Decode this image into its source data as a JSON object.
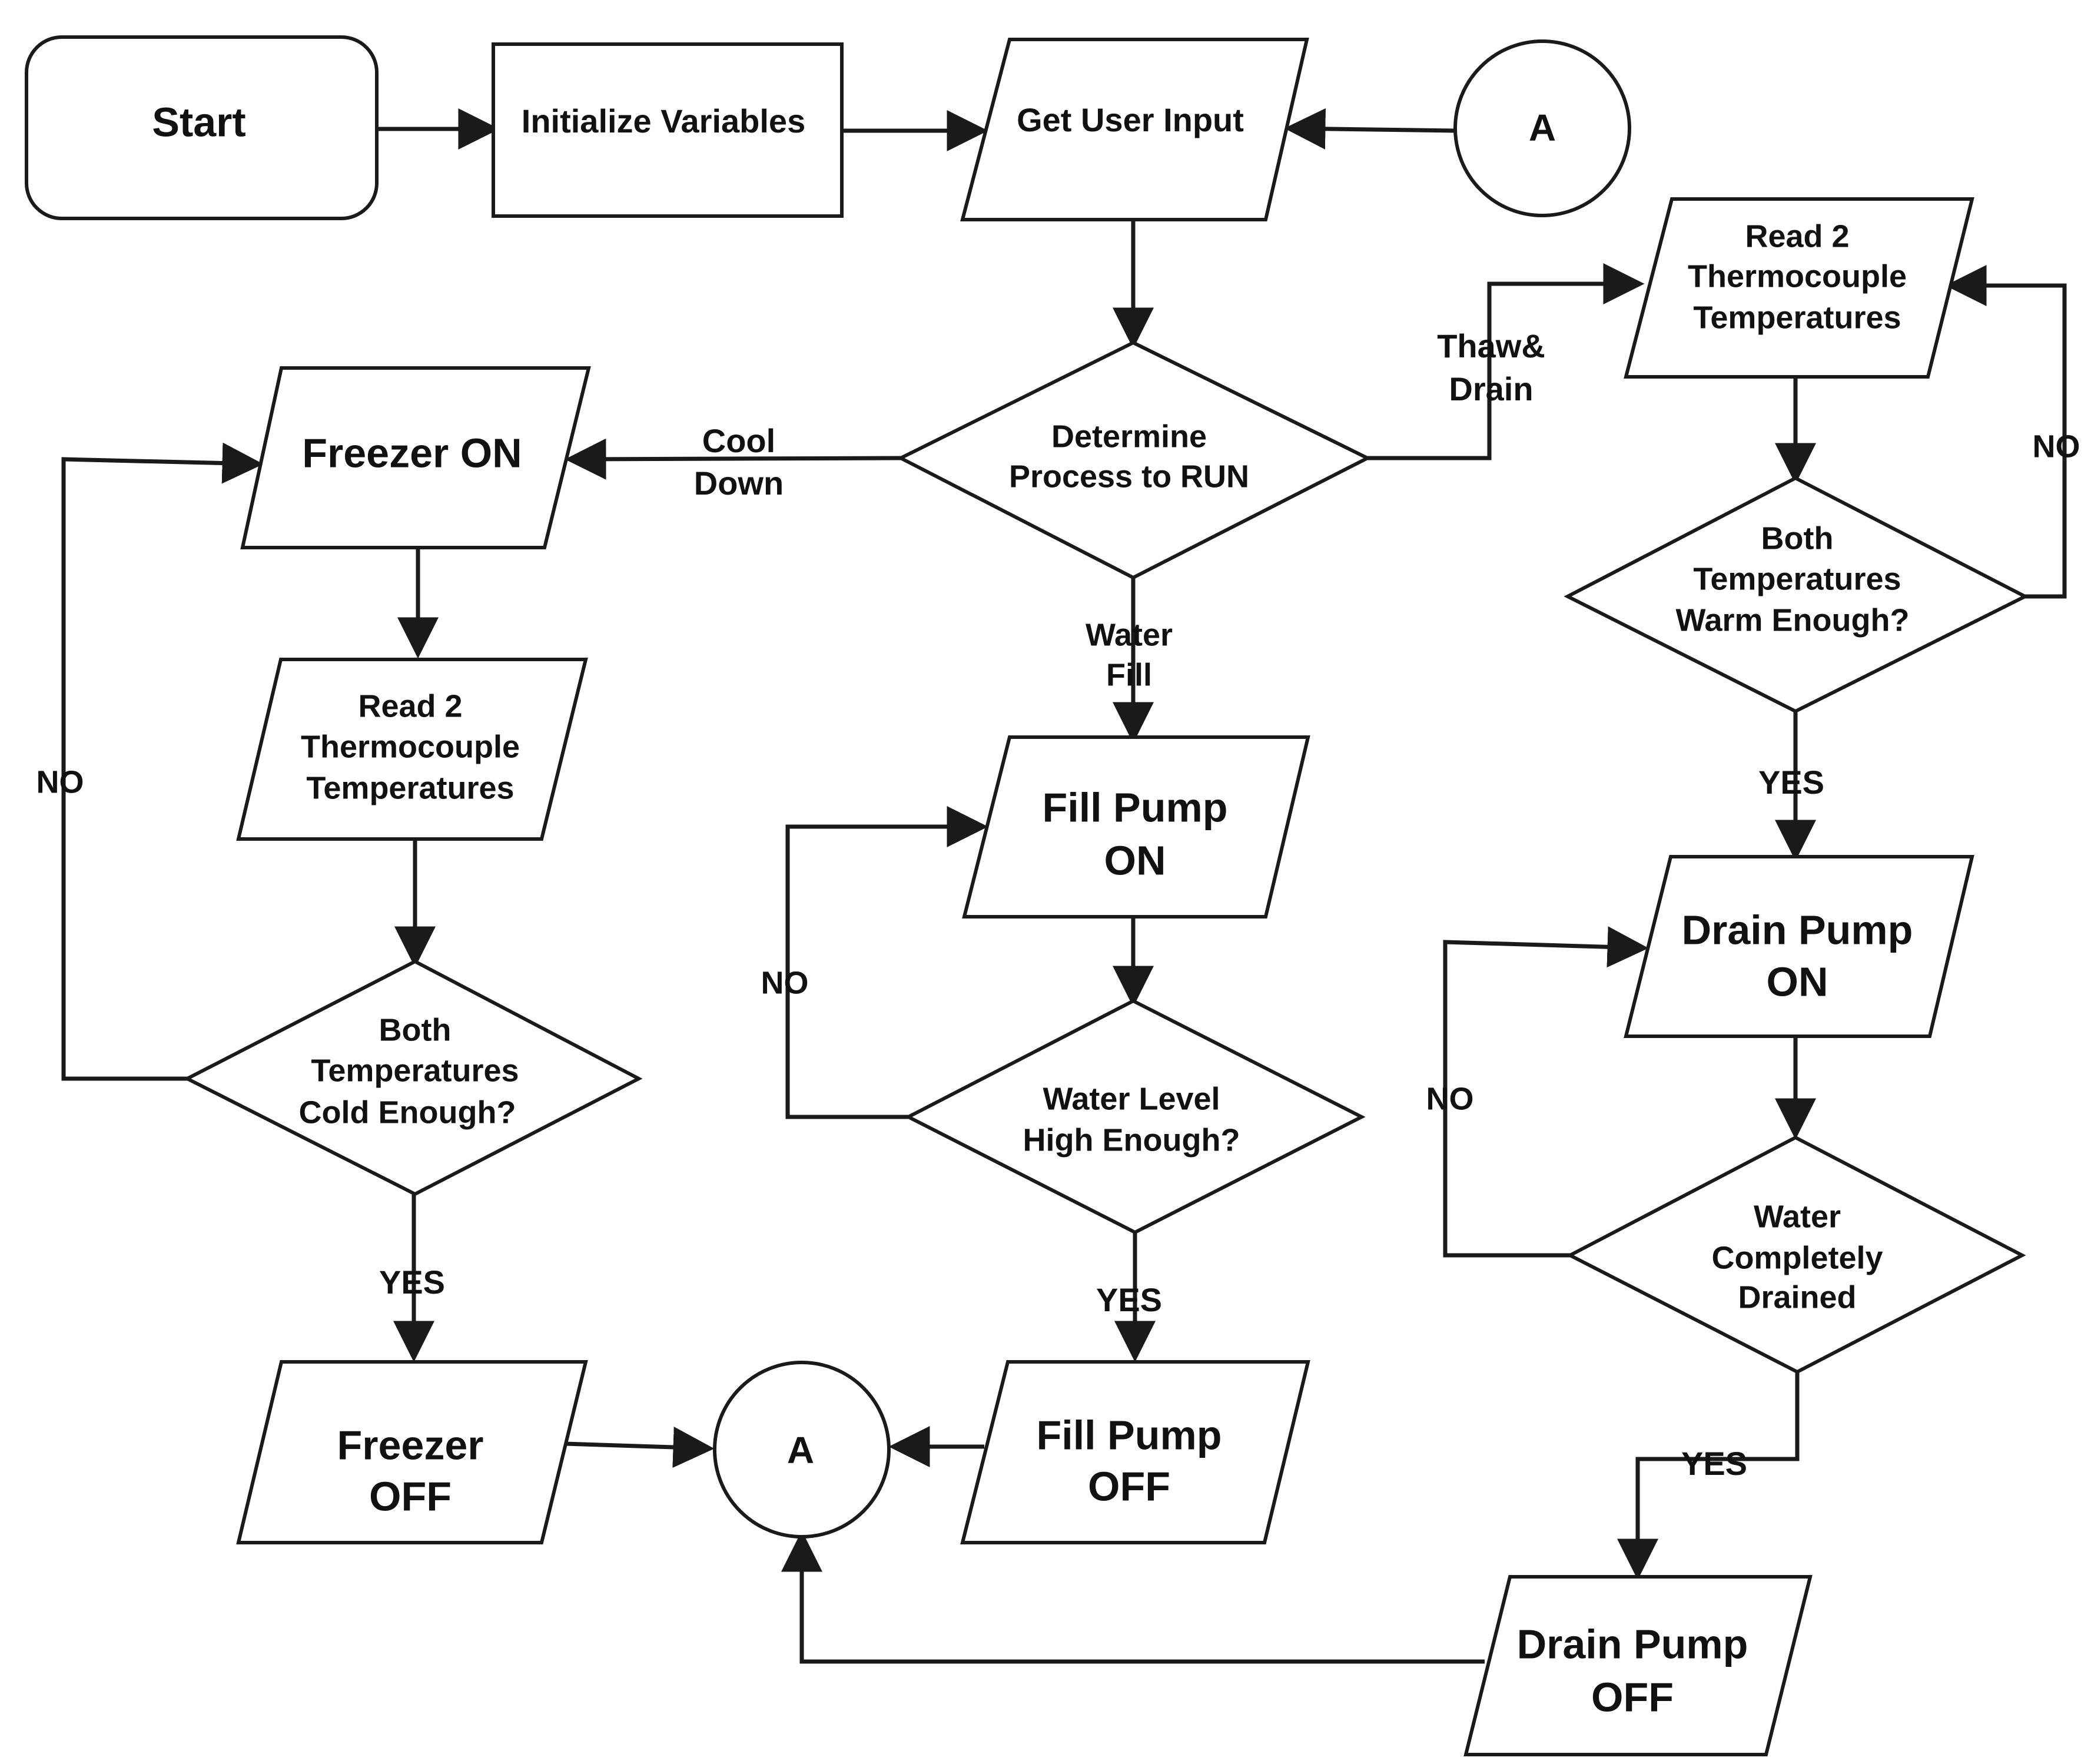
{
  "nodes": {
    "start": "Start",
    "init": "Initialize Variables",
    "get_input": "Get User Input",
    "connector_top": "A",
    "determine": [
      "Determine",
      "Process to RUN"
    ],
    "freezer_on": "Freezer ON",
    "read_left": [
      "Read 2",
      "Thermocouple",
      "Temperatures"
    ],
    "cold_check": [
      "Both",
      "Temperatures",
      "Cold Enough?"
    ],
    "freezer_off": [
      "Freezer",
      "OFF"
    ],
    "connector_bottom": "A",
    "fill_on": [
      "Fill Pump",
      "ON"
    ],
    "water_high": [
      "Water Level",
      "High Enough?"
    ],
    "fill_off": [
      "Fill Pump",
      "OFF"
    ],
    "read_right": [
      "Read 2",
      "Thermocouple",
      "Temperatures"
    ],
    "warm_check": [
      "Both",
      "Temperatures",
      "Warm Enough?"
    ],
    "drain_on": [
      "Drain Pump",
      "ON"
    ],
    "drained_check": [
      "Water",
      "Completely",
      "Drained"
    ],
    "drain_off": [
      "Drain Pump",
      "OFF"
    ]
  },
  "edges": {
    "cool_down": [
      "Cool",
      "Down"
    ],
    "water_fill": [
      "Water",
      "Fill"
    ],
    "thaw_drain": [
      "Thaw&",
      "Drain"
    ],
    "cold_no": "NO",
    "cold_yes": "YES",
    "water_no": "NO",
    "water_yes": "YES",
    "warm_no": "NO",
    "warm_yes": "YES",
    "drained_no": "NO",
    "drained_yes": "YES"
  }
}
